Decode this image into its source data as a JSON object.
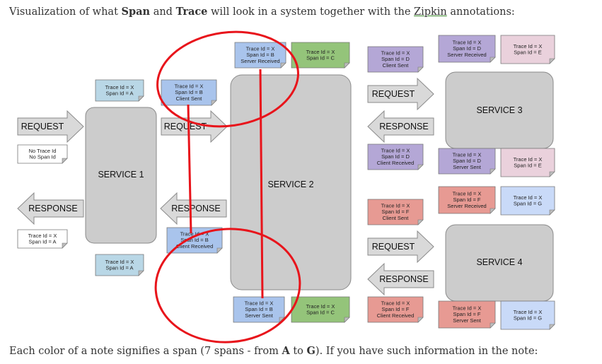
{
  "intro": {
    "before": "Visualization of what ",
    "span": "Span",
    "and": " and ",
    "trace": "Trace",
    "middle": " will look in a system together with the ",
    "zipkin": "Zipkin",
    "after": " annotations:"
  },
  "footer": {
    "before": "Each color of a note signifies a span (7 spans - from ",
    "a": "A",
    "to": " to ",
    "g": "G",
    "after": "). If you have such information in the note:"
  },
  "colors": {
    "grey": "#d9d9d9",
    "blue_a": "#b9d7e6",
    "blue_b": "#a9c4ec",
    "green_c": "#94c47a",
    "purple_d": "#b4a7d6",
    "pink_e": "#ead1dc",
    "red_f": "#e79a93",
    "blue_g": "#c9daf8",
    "service": "#cccccc",
    "annotation_red": "#e8141b"
  },
  "services": {
    "service1": "SERVICE 1",
    "service2": "SERVICE 2",
    "service3": "SERVICE 3",
    "service4": "SERVICE 4"
  },
  "arrows": {
    "req_in": "REQUEST",
    "resp_out": "RESPONSE",
    "req_s2": "REQUEST",
    "resp_s2": "RESPONSE",
    "req_s3": "REQUEST",
    "resp_s3": "RESPONSE",
    "req_s4": "REQUEST",
    "resp_s4": "RESPONSE"
  },
  "notes": {
    "no_trace": [
      "No Trace Id",
      "No Span Id"
    ],
    "resp_a": [
      "Trace Id = X",
      "Span Id = A"
    ],
    "s1_top_a": [
      "Trace Id = X",
      "Span Id = A"
    ],
    "s1_bottom_a": [
      "Trace Id = X",
      "Span Id = A"
    ],
    "b_client_sent": [
      "Trace Id = X",
      "Span Id = B",
      "Client Sent"
    ],
    "b_client_received": [
      "Trace Id = X",
      "Span Id = B",
      "Client Received"
    ],
    "b_server_received": [
      "Trace Id = X",
      "Span Id = B",
      "Server Received"
    ],
    "b_server_sent": [
      "Trace Id = X",
      "Span Id = B",
      "Server Sent"
    ],
    "c_top": [
      "Trace Id = X",
      "Span Id = C"
    ],
    "c_bottom": [
      "Trace Id = X",
      "Span Id = C"
    ],
    "d_client_sent": [
      "Trace Id = X",
      "Span Id = D",
      "Client Sent"
    ],
    "d_server_received": [
      "Trace Id = X",
      "Span Id = D",
      "Server Received"
    ],
    "d_client_received": [
      "Trace Id = X",
      "Span Id = D",
      "Client Received"
    ],
    "d_server_sent": [
      "Trace Id = X",
      "Span Id = D",
      "Server Sent"
    ],
    "e_top": [
      "Trace Id = X",
      "Span Id = E"
    ],
    "e_mid": [
      "Trace Id = X",
      "Span Id = E"
    ],
    "f_client_sent": [
      "Trace Id = X",
      "Span Id = F",
      "Client Sent"
    ],
    "f_server_received": [
      "Trace Id = X",
      "Span Id = F",
      "Server Received"
    ],
    "f_client_received": [
      "Trace Id = X",
      "Span Id = F",
      "Client Received"
    ],
    "f_server_sent": [
      "Trace Id = X",
      "Span Id = F",
      "Server Sent"
    ],
    "g_mid": [
      "Trace Id = X",
      "Span Id = G"
    ],
    "g_bottom": [
      "Trace Id = X",
      "Span Id = G"
    ]
  }
}
